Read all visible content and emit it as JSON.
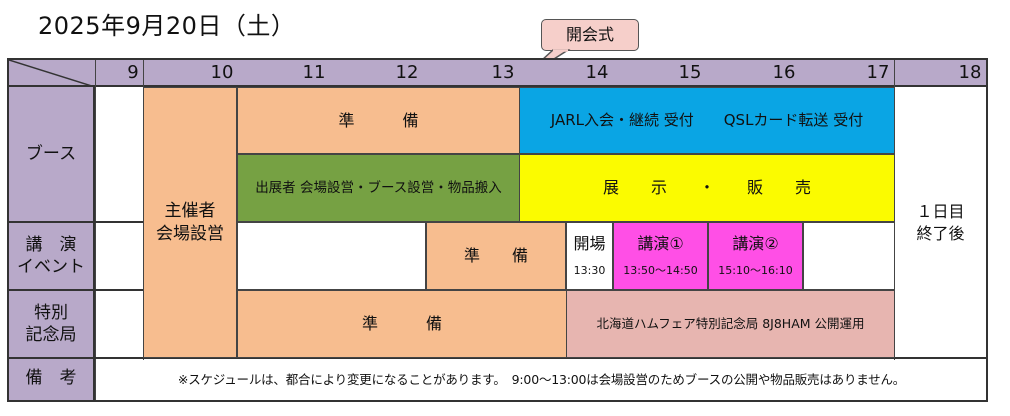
{
  "title": "2025年9月20日（土）",
  "callout": "開会式",
  "hours": [
    "9",
    "10",
    "11",
    "12",
    "13",
    "14",
    "15",
    "16",
    "17",
    "18"
  ],
  "row_labels": {
    "booth": "ブース",
    "lecture_line1": "講　演",
    "lecture_line2": "イベント",
    "special_line1": "特別",
    "special_line2": "記念局",
    "notes": "備　考"
  },
  "blocks": {
    "organizer_line1": "主催者",
    "organizer_line2": "会場設営",
    "booth_prep": "準　　　備",
    "booth_reception": "JARL入会・継続 受付　　QSLカード転送 受付",
    "exhibitor_setup": "出展者 会場設営・ブース設営・物品搬入",
    "exhibition": "展　　示　　・　　販　　売",
    "lecture_prep": "準　　備",
    "opening": "開場",
    "opening_time": "13:30",
    "lecture1": "講演①",
    "lecture1_time": "13:50～14:50",
    "lecture2": "講演②",
    "lecture2_time": "15:10～16:10",
    "special_prep": "準　　　備",
    "special_station": "北海道ハムフェア特別記念局 8J8HAM 公開運用",
    "day_end_line1": "１日目",
    "day_end_line2": "終了後"
  },
  "notes_text": "※スケジュールは、都合により変更になることがあります。　9:00～13:00は会場設営のためブースの公開や物品販売はありません。",
  "colors": {
    "header": "#b8a9c9",
    "orange": "#f7bd8f",
    "blue": "#0aa5e4",
    "green": "#76a143",
    "yellow": "#fbfb00",
    "pink": "#ff4fe6",
    "rose": "#e7b5b0"
  }
}
